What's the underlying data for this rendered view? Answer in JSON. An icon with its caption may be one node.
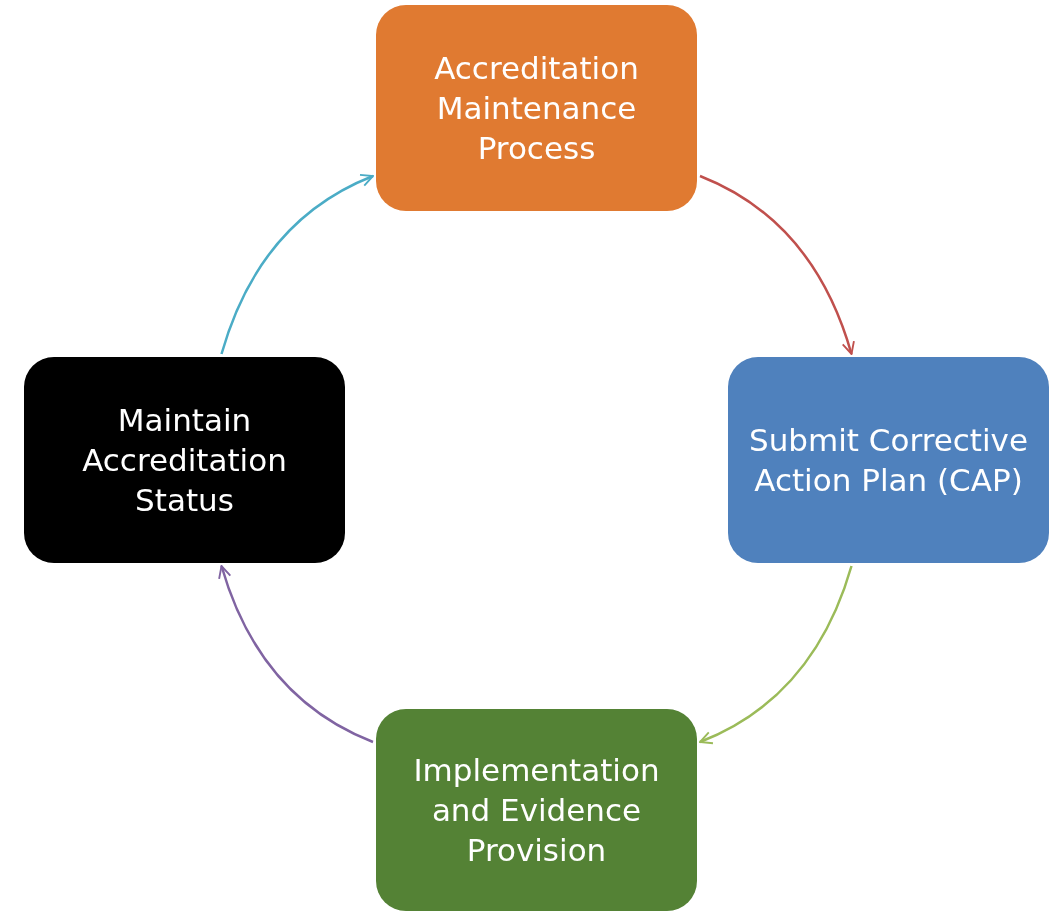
{
  "diagram": {
    "nodes": [
      {
        "text": [
          "Accreditation Maintenance Process"
        ]
      },
      {
        "text": [
          "Submit Corrective Action Plan (CAP)"
        ]
      },
      {
        "text": [
          "Implementation and Evidence Provision"
        ]
      },
      {
        "text": [
          "Maintain Accreditation Status"
        ]
      }
    ],
    "edges": [
      {
        "from": 0,
        "to": 1,
        "arrow": "to",
        "color": "#c0504d"
      },
      {
        "from": 1,
        "to": 2,
        "arrow": "to",
        "color": "#9bbb59"
      },
      {
        "from": 2,
        "to": 3,
        "arrow": "to",
        "color": "#8064a2"
      },
      {
        "from": 3,
        "to": 0,
        "arrow": "to",
        "color": "#4bacc6"
      }
    ]
  }
}
